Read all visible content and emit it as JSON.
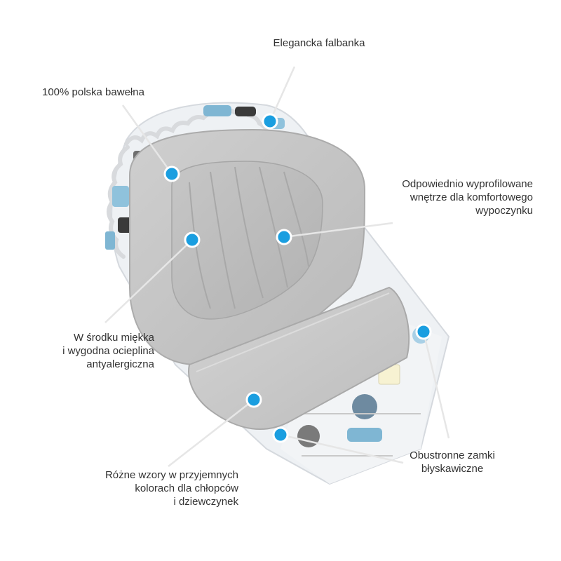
{
  "colors": {
    "accent": "#1a9ee0",
    "leader": "#e6e6e6",
    "fabric_gray": "#c7c7c7",
    "text": "#333333"
  },
  "callouts": [
    {
      "id": "frill",
      "lines": [
        "Elegancka falbanka"
      ]
    },
    {
      "id": "cotton",
      "lines": [
        "100% polska bawełna"
      ]
    },
    {
      "id": "profiled",
      "lines": [
        "Odpowiednio wyprofilowane",
        "wnętrze dla komfortowego",
        "wypoczynku"
      ]
    },
    {
      "id": "insulation",
      "lines": [
        "W środku miękka",
        "i wygodna ocieplina",
        "antyalergiczna"
      ]
    },
    {
      "id": "zippers",
      "lines": [
        "Obustronne zamki",
        "błyskawiczne"
      ]
    },
    {
      "id": "patterns",
      "lines": [
        "Różne wzory w przyjemnych",
        "kolorach dla chłopców",
        "i dziewczynek"
      ]
    }
  ]
}
